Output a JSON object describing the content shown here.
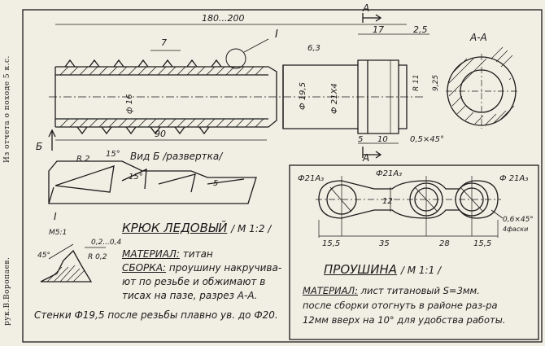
{
  "side_notes": {
    "left": "Из отчета о походе 5 к.с.",
    "right": "рук.В.Воропаев."
  },
  "hook": {
    "dim_total": "180...200",
    "dim_pitch": "7",
    "label_detail": "I",
    "dim_63": "6,3",
    "dim_17": "17",
    "dim_25": "2,5",
    "section_label": "А-А",
    "dim_d16": "ф 16",
    "dim_d195": "Ф 19,5",
    "dim_d21": "Ф 21Х4",
    "dim_r11": "R 11",
    "dim_925": "9,25",
    "dim_90": "90",
    "dim_5": "5",
    "dim_10": "10",
    "dim_chamfer": "0,5×45°",
    "marker_a": "А",
    "marker_b": "Б",
    "view_b_title": "Вид Б /развертка/",
    "dim_r2": "R 2",
    "dim_15a": "15°",
    "dim_15b": "15°",
    "dim_5b": "5",
    "detail_title": "I",
    "detail_scale": "М5:1",
    "dim_45": "45°",
    "dim_02": "0,2...0,4",
    "dim_r02": "R 0,2",
    "title": "КРЮК ЛЕДОВЫЙ",
    "scale": "/ М 1:2 /",
    "material_label": "МАТЕРИАЛ:",
    "material_value": "титан",
    "assembly_label": "СБОРКА:",
    "assembly_line1": "проушину накручива-",
    "assembly_line2": "ют по резьбе и обжимают в",
    "assembly_line3": "тисах на пазе, разрез А-А.",
    "assembly_line4": "Стенки Ф19,5 после резьбы плавно ув. до Ф20."
  },
  "eye": {
    "dim_h1": "Ф21А₃",
    "dim_h2": "Ф21А₃",
    "dim_h3": "Ф 21А₃",
    "dim_12": "12",
    "dim_155a": "15,5",
    "dim_35": "35",
    "dim_28": "28",
    "dim_155b": "15,5",
    "chamfer": "0,6×45°",
    "chamfer_note": "4фаски",
    "title": "ПРОУШИНА",
    "scale": "/ М 1:1 /",
    "material_label": "МАТЕРИАЛ:",
    "material_line1": "лист титановый S=3мм.",
    "material_line2": "после сборки отогнуть в районе раз-ра",
    "material_line3": "12мм вверх на 10° для удобства работы."
  }
}
